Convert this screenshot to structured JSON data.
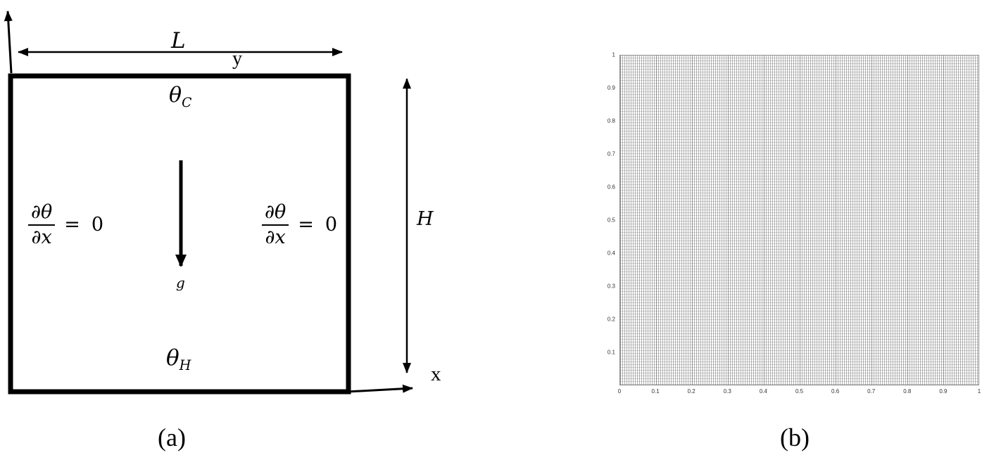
{
  "figure": {
    "panel_a": {
      "caption": "(a)",
      "width_label": "L",
      "height_label": "H",
      "x_axis_label": "x",
      "y_axis_label": "y",
      "gravity_label": "g",
      "top_wall_temp": {
        "symbol": "θ",
        "subscript": "C"
      },
      "bottom_wall_temp": {
        "symbol": "θ",
        "subscript": "H"
      },
      "left_boundary_condition": {
        "numerator": "∂θ",
        "denominator": "∂x",
        "equals": "=",
        "value": "0"
      },
      "right_boundary_condition": {
        "numerator": "∂θ",
        "denominator": "∂x",
        "equals": "=",
        "value": "0"
      },
      "line_color": "#000000"
    },
    "panel_b": {
      "caption": "(b)",
      "x_ticks": [
        "0",
        "0.1",
        "0.2",
        "0.3",
        "0.4",
        "0.5",
        "0.6",
        "0.7",
        "0.8",
        "0.9",
        "1"
      ],
      "y_ticks": [
        "1",
        "0.9",
        "0.8",
        "0.7",
        "0.6",
        "0.5",
        "0.4",
        "0.3",
        "0.2",
        "0.1"
      ],
      "axis_min": "0",
      "axis_max": "1",
      "mesh_color": "#6b6b6b"
    }
  }
}
